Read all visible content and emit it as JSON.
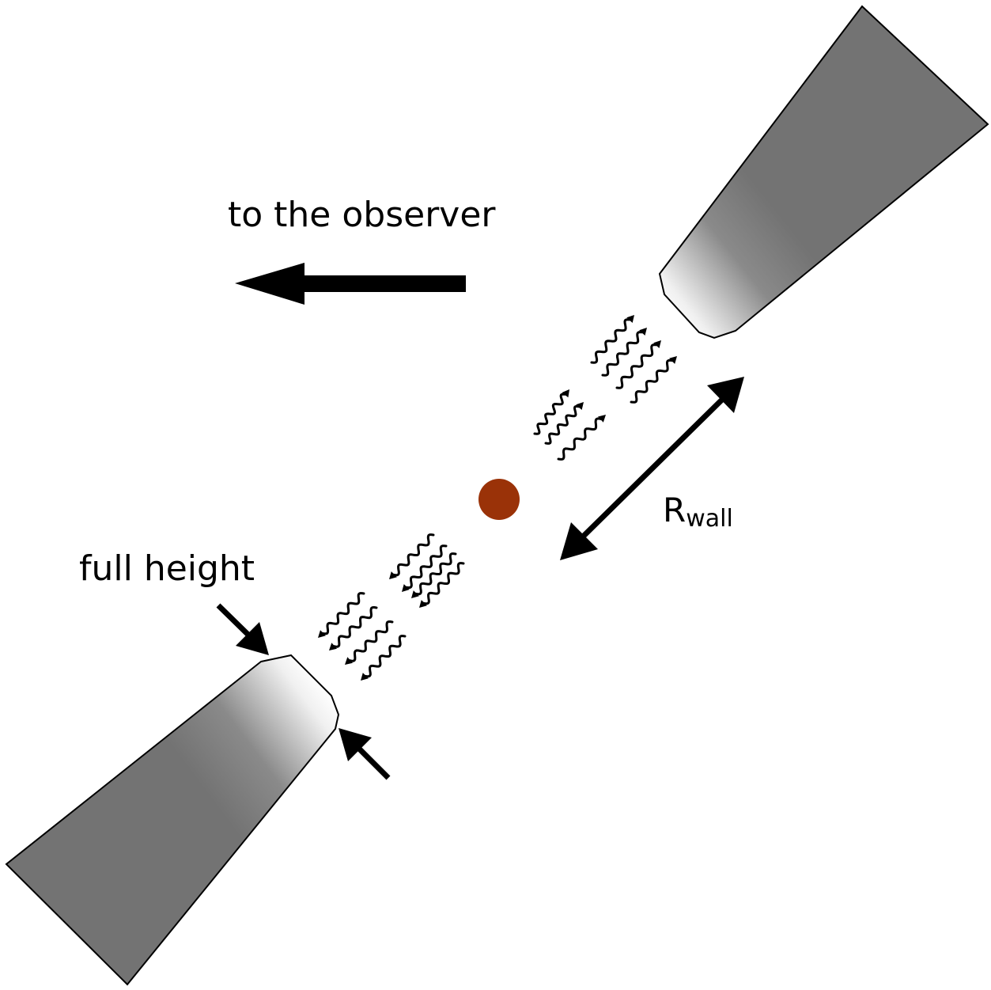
{
  "labels": {
    "observer": "to the observer",
    "full_height": "full height",
    "r_main": "R",
    "r_sub": "wall"
  },
  "colors": {
    "disk_fill": "#737373",
    "star": "#9a3208",
    "arrows": "#000000"
  }
}
